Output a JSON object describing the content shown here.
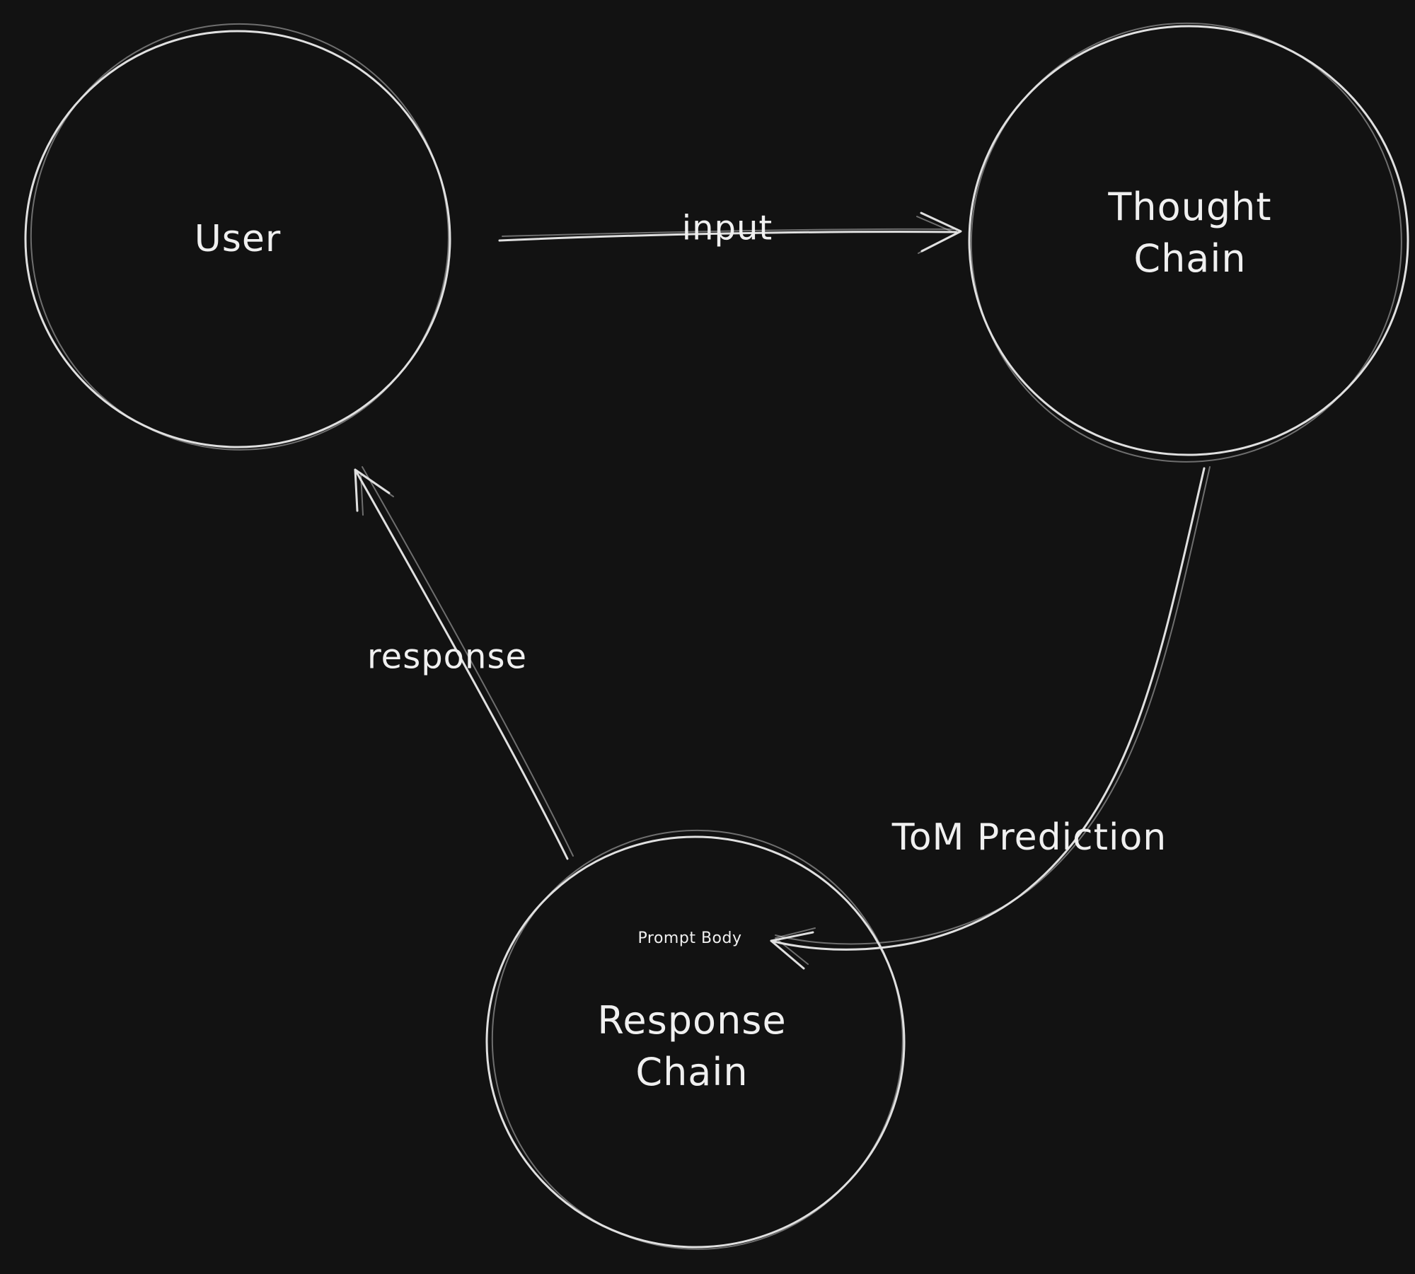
{
  "canvas": {
    "background": "#121212",
    "stroke_color": "#e0e0e0",
    "text_color": "#f0f0f0"
  },
  "nodes": [
    {
      "id": "user",
      "label": "User"
    },
    {
      "id": "thought-chain",
      "label": "Thought\nChain"
    },
    {
      "id": "response-chain",
      "label": "Response\nChain",
      "sublabel": "Prompt Body"
    }
  ],
  "edges": [
    {
      "id": "input",
      "label": "input",
      "from": "user",
      "to": "thought-chain"
    },
    {
      "id": "tom-prediction",
      "label": "ToM Prediction",
      "from": "thought-chain",
      "to": "response-chain"
    },
    {
      "id": "response",
      "label": "response",
      "from": "response-chain",
      "to": "user"
    }
  ]
}
